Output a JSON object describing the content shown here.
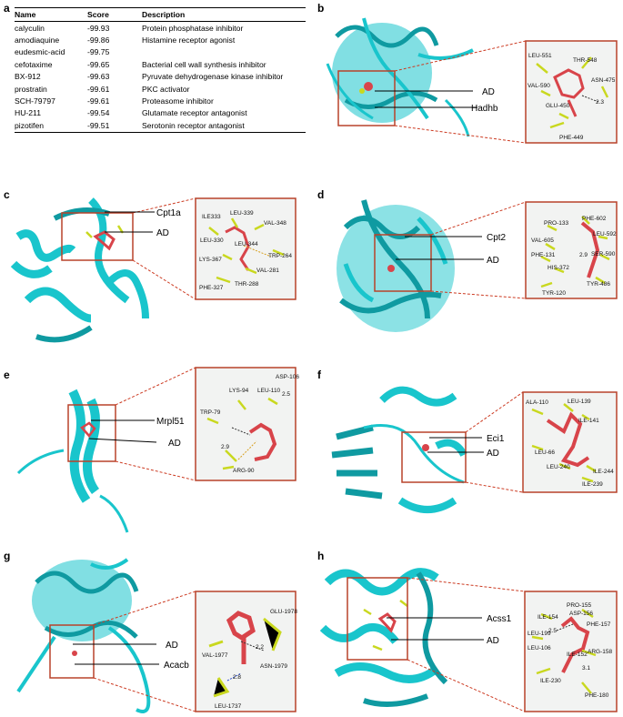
{
  "panel_letters": [
    "a",
    "b",
    "c",
    "d",
    "e",
    "f",
    "g",
    "h"
  ],
  "table": {
    "headers": [
      "Name",
      "Score",
      "Description"
    ],
    "rows": [
      [
        "calyculin",
        "-99.93",
        "Protein phosphatase inhibitor"
      ],
      [
        "amodiaquine",
        "-99.86",
        "Histamine receptor agonist"
      ],
      [
        "eudesmic-acid",
        "-99.75",
        ""
      ],
      [
        "cefotaxime",
        "-99.65",
        "Bacterial cell wall synthesis inhibitor"
      ],
      [
        "BX-912",
        "-99.63",
        "Pyruvate dehydrogenase kinase inhibitor"
      ],
      [
        "prostratin",
        "-99.61",
        "PKC activator"
      ],
      [
        "SCH-79797",
        "-99.61",
        "Proteasome inhibitor"
      ],
      [
        "HU-211",
        "-99.54",
        "Glutamate receptor antagonist"
      ],
      [
        "pizotifen",
        "-99.51",
        "Serotonin receptor antagonist"
      ]
    ]
  },
  "ligand_label": "AD",
  "panels": {
    "b": {
      "protein": "Hadhb",
      "residues": [
        "LEU-551",
        "THR-548",
        "VAL-590",
        "ASN-475",
        "GLU-450",
        "PHE-449"
      ],
      "distances": [
        "2.3"
      ]
    },
    "c": {
      "protein": "Cpt1a",
      "residues": [
        "ILE333",
        "LEU-339",
        "VAL-348",
        "LEU-330",
        "LEU-344",
        "TRP-264",
        "LYS-367",
        "VAL-281",
        "PHE-327",
        "THR-288"
      ],
      "distances": []
    },
    "d": {
      "protein": "Cpt2",
      "residues": [
        "PRO-133",
        "PHE-602",
        "LEU-592",
        "VAL-605",
        "PHE-131",
        "SER-590",
        "HIS-372",
        "TYR-486",
        "TYR-120"
      ],
      "distances": [
        "2.9"
      ]
    },
    "e": {
      "protein": "Mrpl51",
      "residues": [
        "ASP-106",
        "LYS-94",
        "LEU-110",
        "TRP-79",
        "ARG-90"
      ],
      "distances": [
        "2.5",
        "2.9"
      ]
    },
    "f": {
      "protein": "Eci1",
      "residues": [
        "ALA-110",
        "LEU-139",
        "ILE-141",
        "LEU-66",
        "LEU-240",
        "ILE-244",
        "ILE-239"
      ],
      "distances": []
    },
    "g": {
      "protein": "Acacb",
      "residues": [
        "GLU-1978",
        "VAL-1977",
        "ASN-1979",
        "LEU-1737"
      ],
      "distances": [
        "2.2",
        "2.8"
      ]
    },
    "h": {
      "protein": "Acss1",
      "residues": [
        "PRO-155",
        "ILE-154",
        "ASP-156",
        "PHE-157",
        "LEU-199",
        "LEU-106",
        "ARG-158",
        "ILE-230",
        "PHE-180",
        "ILE-152"
      ],
      "distances": [
        "2.5",
        "3.1"
      ]
    }
  },
  "colors": {
    "protein": "#19c5cc",
    "protein_dark": "#0f9aa1",
    "ligand": "#d8444a",
    "residue": "#c9d81f",
    "box": "#b8422a",
    "dash": "#cc3b22"
  }
}
